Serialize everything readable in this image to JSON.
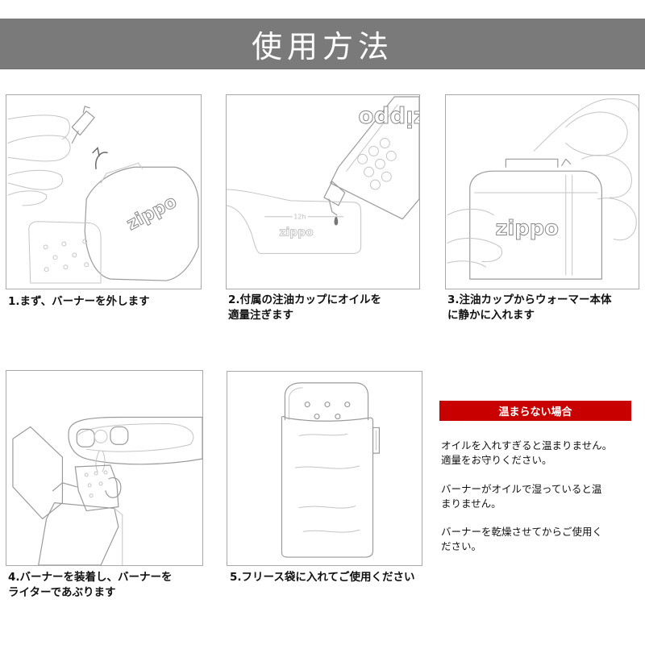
{
  "header": {
    "title": "使用方法",
    "background_color": "#7a7a7a",
    "text_color": "#ffffff"
  },
  "steps": [
    {
      "number": "1",
      "lines": [
        "1.まず、バーナーを外します"
      ],
      "illustration": "hand-removing-burner-from-warmer"
    },
    {
      "number": "2",
      "lines": [
        "2.付属の注油カップにオイルを",
        "適量注ぎます"
      ],
      "illustration": "pouring-oil-into-filling-cup",
      "cup_label": "12h",
      "logo": "zippo"
    },
    {
      "number": "3",
      "lines": [
        "3.注油カップからウォーマー本体",
        "に静かに入れます"
      ],
      "illustration": "pouring-cup-into-warmer-body",
      "logo": "zippo"
    },
    {
      "number": "4",
      "lines": [
        "4.バーナーを装着し、バーナーを",
        "ライターであぶります"
      ],
      "illustration": "heating-burner-with-lighter"
    },
    {
      "number": "5",
      "lines": [
        "5.フリース袋に入れてご使用ください"
      ],
      "illustration": "warmer-in-fleece-pouch"
    }
  ],
  "troubleshooting": {
    "title": "温まらない場合",
    "bar_color": "#c80000",
    "paragraphs": [
      [
        "オイルを入れすぎると温まりません。",
        "適量をお守りください。"
      ],
      [
        "バーナーがオイルで湿っていると温",
        "まりません。"
      ],
      [
        "バーナーを乾燥させてからご使用く",
        "ださい。"
      ]
    ]
  }
}
